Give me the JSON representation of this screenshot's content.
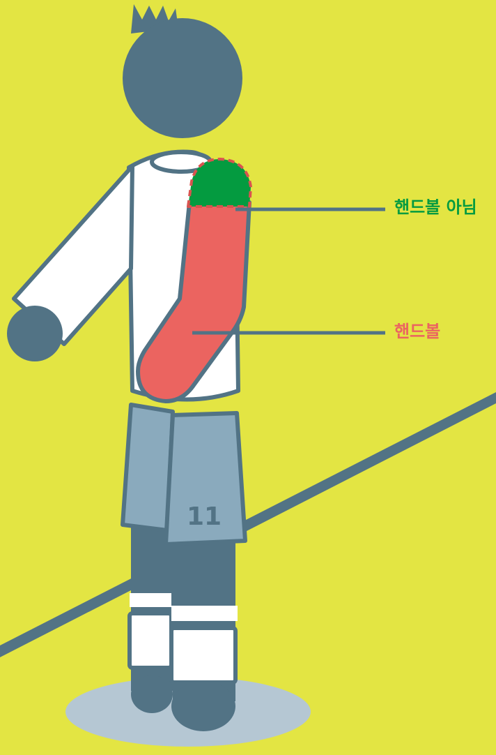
{
  "labels": {
    "not_handball": "핸드볼 아님",
    "handball": "핸드볼"
  },
  "player": {
    "number": "11"
  },
  "colors": {
    "background": "#e3e543",
    "outline": "#527385",
    "not_handball_zone": "#049b40",
    "handball_zone": "#eb6460",
    "zone_border": "#d9534f",
    "shirt": "#ffffff",
    "shorts": "#8aaabd",
    "shadow": "#b5c7d3"
  },
  "icons": {
    "player": "player-back-view-illustration"
  }
}
